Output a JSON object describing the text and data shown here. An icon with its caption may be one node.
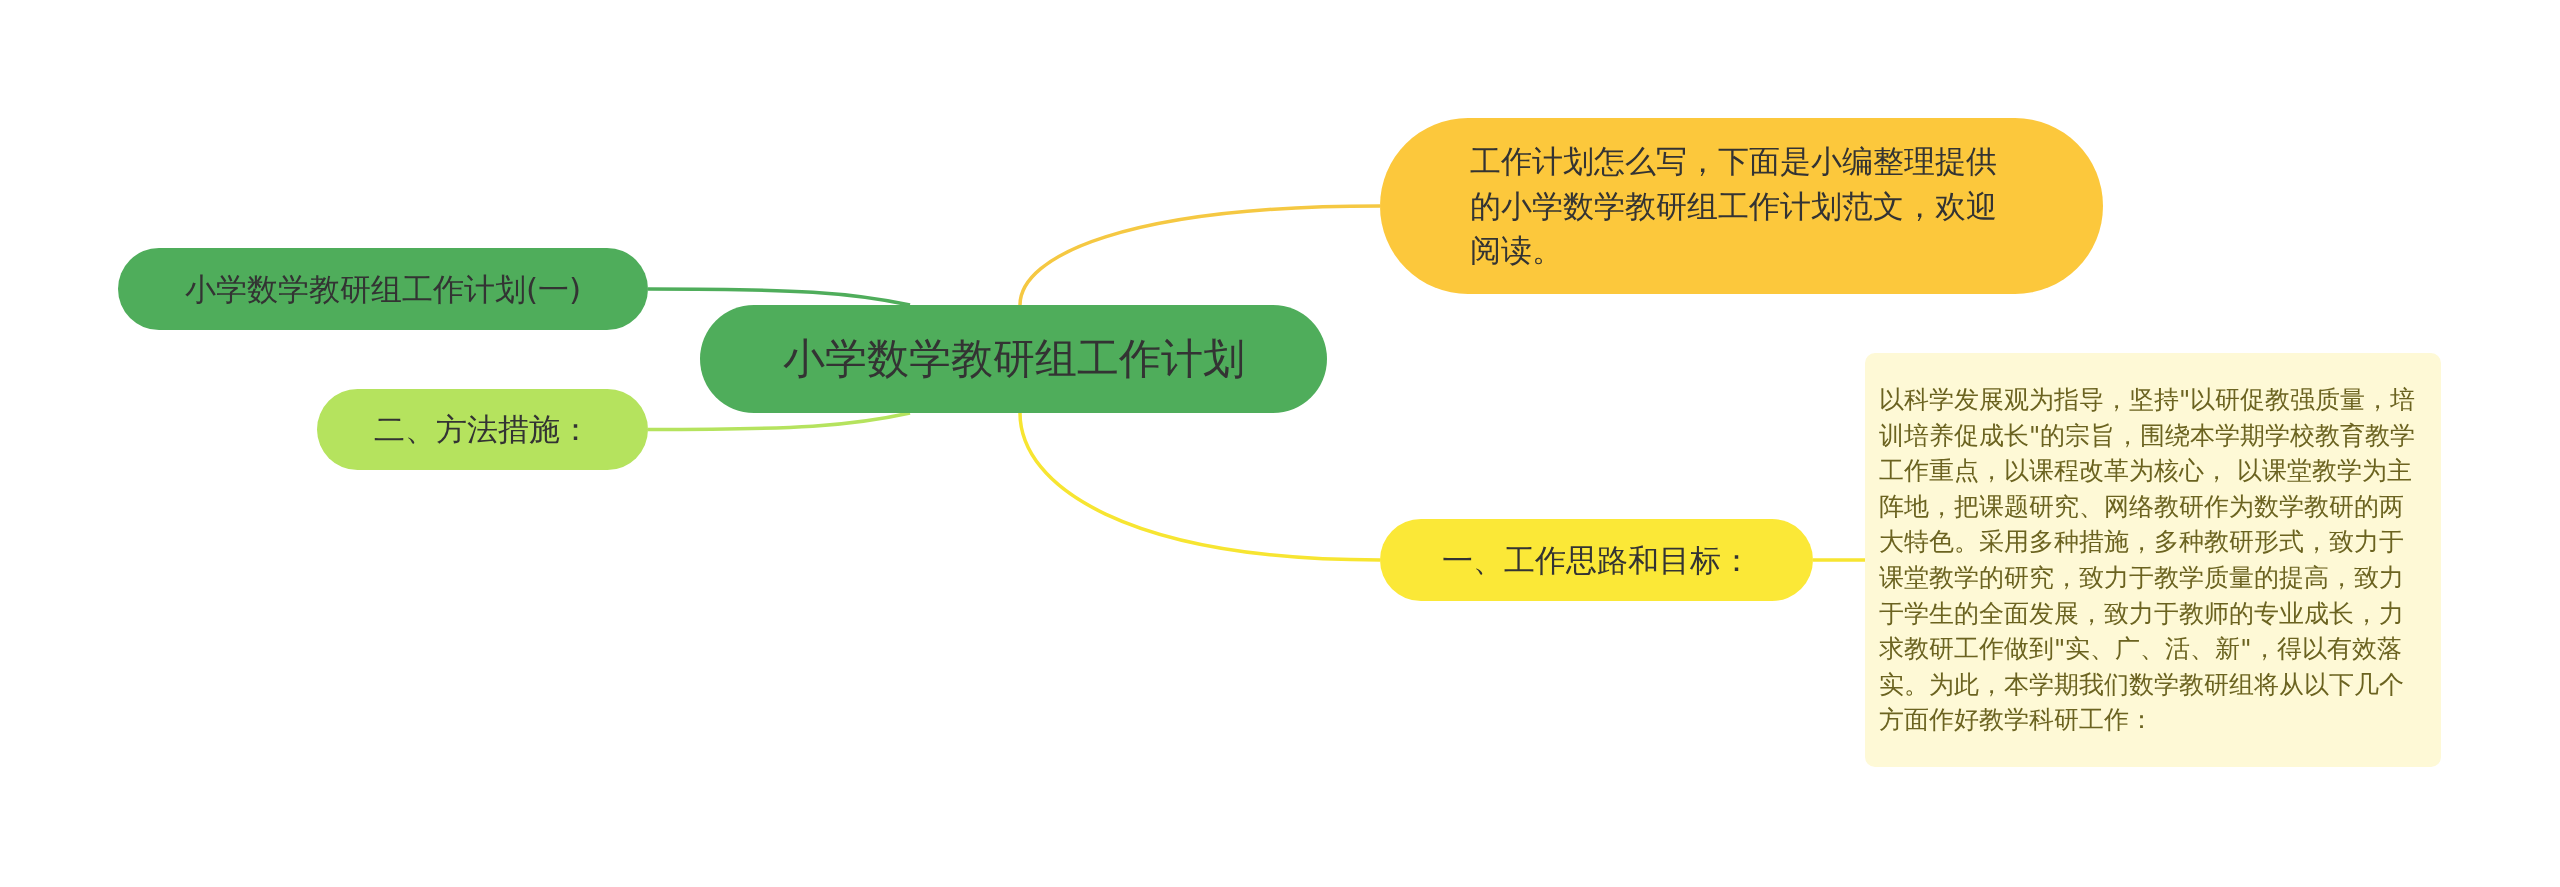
{
  "diagram": {
    "nodes": [
      {
        "text": [
          "小学数学教研组工作计划"
        ]
      },
      {
        "text": [
          "工作计划怎么写，下面是小编整理提供的小学数学教研组工作计划范文，欢迎阅读。"
        ]
      },
      {
        "text": [
          "小学数学教研组工作计划(一)"
        ]
      },
      {
        "text": [
          "二、方法措施："
        ]
      },
      {
        "text": [
          "一、工作思路和目标："
        ]
      },
      {
        "text": [
          "以科学发展观为指导，坚持\"以研促教强质量，培训培养促成长\"的宗旨，围绕本学期学校教育教学工作重点，以课程改革为核心， 以课堂教学为主阵地，把课题研究、网络教研作为数学教研的两大特色。采用多种措施，多种教研形式，致力于课堂教学的研究，致力于教学质量的提高，致力于学生的全面发展，致力于教师的专业成长，力求教研工作做到\"实、广、活、新\"，得以有效落实。为此，本学期我们数学教研组将从以下几个方面作好教学科研工作："
        ]
      }
    ],
    "edges": [
      {
        "from": 0,
        "to": 1,
        "arrow": "none",
        "color": "#f5c842"
      },
      {
        "from": 0,
        "to": 2,
        "arrow": "none",
        "color": "#4fad5b"
      },
      {
        "from": 0,
        "to": 3,
        "arrow": "none",
        "color": "#b5e35e"
      },
      {
        "from": 0,
        "to": 4,
        "arrow": "none",
        "color": "#f7e531"
      },
      {
        "from": 4,
        "to": 5,
        "arrow": "none",
        "color": "#f7e531"
      }
    ]
  }
}
